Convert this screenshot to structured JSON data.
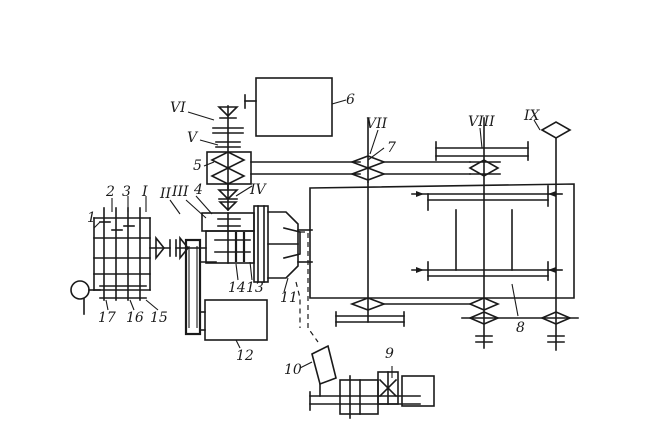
{
  "diagram": {
    "labels": {
      "l1": "1",
      "l2": "2",
      "l3": "3",
      "l4": "4",
      "l5": "5",
      "l6": "6",
      "l7": "7",
      "l8": "8",
      "l9": "9",
      "l10": "10",
      "l11": "11",
      "l12": "12",
      "l13": "13",
      "l14": "14",
      "l15": "15",
      "l16": "16",
      "l17": "17",
      "rI": "I",
      "rII": "II",
      "rIII": "III",
      "rIV": "IV",
      "rV": "V",
      "rVI": "VI",
      "rVII": "VII",
      "rVIII": "VIII",
      "rIX": "IX"
    }
  }
}
